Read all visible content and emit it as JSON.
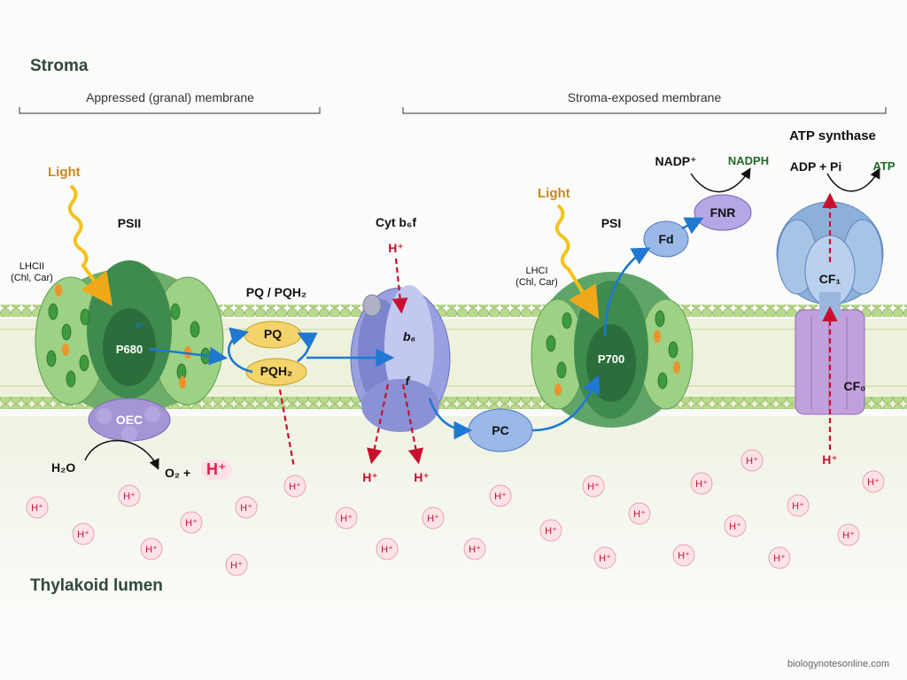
{
  "regions": {
    "stroma": "Stroma",
    "lumen": "Thylakoid lumen"
  },
  "ranges": {
    "appressed": "Appressed (granal) membrane",
    "stroma_exposed": "Stroma-exposed membrane"
  },
  "complexes": {
    "psii": "PSII",
    "cyt": "Cyt b₆f",
    "psi": "PSI",
    "atp_synthase": "ATP synthase"
  },
  "labels": {
    "light": "Light",
    "lhcii": "LHCII",
    "lhcii_pigments": "(Chl, Car)",
    "lhci": "LHCI",
    "lhci_pigments": "(Chl, Car)",
    "e_minus": "e⁻",
    "p680": "P680",
    "oec": "OEC",
    "h2o": "H₂O",
    "o2_plus": "O₂ +",
    "pq_pool": "PQ / PQH₂",
    "pq": "PQ",
    "pqh2": "PQH₂",
    "b6": "b₆",
    "f": "f",
    "pc": "PC",
    "p700": "P700",
    "fd": "Fd",
    "fnr": "FNR",
    "nadp": "NADP⁺",
    "nadph": "NADPH",
    "adp_pi": "ADP + Pi",
    "atp": "ATP",
    "cf1": "CF₁",
    "cf0": "CF₀",
    "proton": "H⁺"
  },
  "watermark": "biologynotesonline.com",
  "colors": {
    "membrane_head": "#b9d98b",
    "membrane_tail": "#e9f0d2",
    "psii_green": "#4f9a5a",
    "cytb6f_blue": "#8f95d8",
    "psi_green": "#3f8e55",
    "atp_blue": "#8db0db",
    "cf0_purple": "#b58fd0",
    "oec_purple": "#9a86cf",
    "pq_yellow": "#f3d36a",
    "electron_arrow": "#1f78d1",
    "proton_red": "#c8102e",
    "light_yellow": "#f4c21a"
  }
}
